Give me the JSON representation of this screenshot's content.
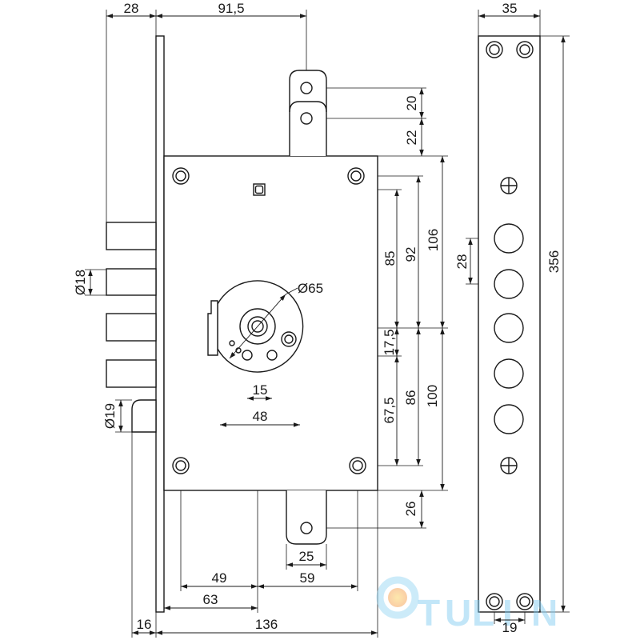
{
  "dims": {
    "bolt_projection": "28",
    "top_latch_offset": "91,5",
    "strip_width": "35",
    "top_tab_hole_spacing": "20",
    "top_tab_to_case": "22",
    "spindle_to_cylinder": "85",
    "screw_to_cylinder": "92",
    "case_top_to_cylinder": "106",
    "strip_hole_spacing": "28",
    "bolt_diameter": "Ø18",
    "rosette_diameter": "Ø65",
    "strip_length": "356",
    "cylinder_to_cam_holes": "17,5",
    "cam_holes_to_screw": "67,5",
    "cylinder_to_bottom_screw": "86",
    "cylinder_to_case_bottom": "100",
    "latch_diameter": "Ø19",
    "cam_holes_spacing": "15",
    "cylinder_width": "48",
    "bottom_tab_offset": "26",
    "bottom_tab_width": "25",
    "left_screw_offset": "49",
    "right_screw_offset": "59",
    "backset": "63",
    "faceplate_offset": "16",
    "case_width": "136",
    "strip_bottom_hole_spacing": "19"
  },
  "logo": {
    "text": "TULIN"
  },
  "colors": {
    "line": "#1a1a1a",
    "logo_blue": "#7cc8ee",
    "logo_orange": "#f6a55c"
  }
}
